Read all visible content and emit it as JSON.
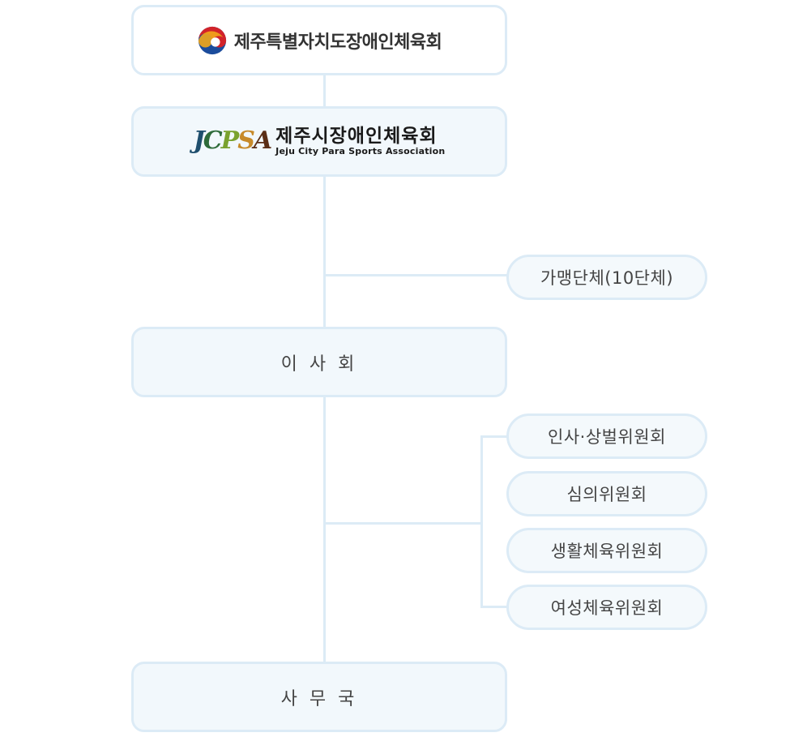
{
  "top_org": {
    "name": "제주특별자치도장애인체육회",
    "emblem": "taegeuk-emblem"
  },
  "city_org": {
    "logo_mark": "JCPSA",
    "name_ko": "제주시장애인체육회",
    "name_en": "Jeju City Para Sports Association"
  },
  "member_orgs": {
    "label": "가맹단체(10단체)"
  },
  "board": {
    "label": "이 사 회"
  },
  "committees": [
    {
      "label": "인사·상벌위원회"
    },
    {
      "label": "심의위원회"
    },
    {
      "label": "생활체육위원회"
    },
    {
      "label": "여성체육위원회"
    }
  ],
  "secretariat": {
    "label": "사 무 국"
  },
  "colors": {
    "line": "#dcebf6",
    "box_border": "#dcebf6",
    "box_fill": "#f2f8fc",
    "taegeuk_red": "#d2232a",
    "taegeuk_blue": "#1b4c9c",
    "taegeuk_yellow": "#f2a71b"
  }
}
